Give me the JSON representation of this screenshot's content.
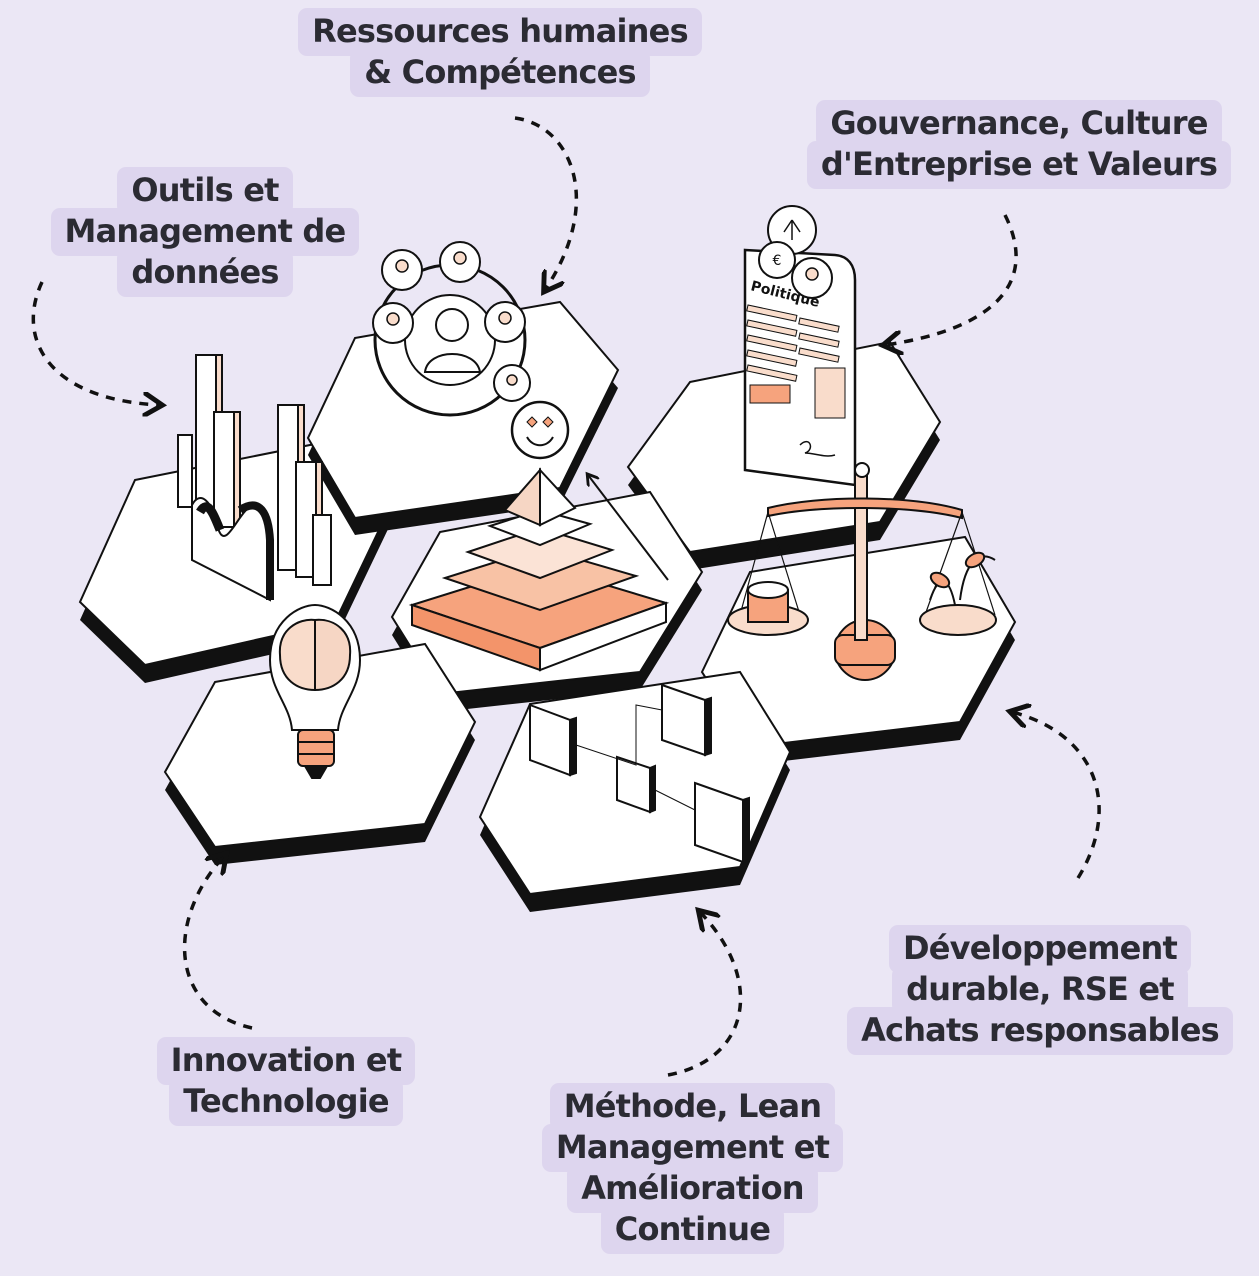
{
  "colors": {
    "background": "#ebe7f5",
    "label_chip": "#ddd5ee",
    "label_text": "#2b2b33",
    "accent_peach": "#f6a37d",
    "accent_light": "#f9dccb"
  },
  "labels": {
    "hr": [
      "Ressources humaines",
      "& Compétences"
    ],
    "governance": [
      "Gouvernance, Culture",
      "d'Entreprise et Valeurs"
    ],
    "tools": [
      "Outils et",
      "Management de",
      "données"
    ],
    "innovation": [
      "Innovation et",
      "Technologie"
    ],
    "method": [
      "Méthode, Lean",
      "Management et",
      "Amélioration",
      "Continue"
    ],
    "sustainability": [
      "Développement",
      "durable, RSE et",
      "Achats responsables"
    ]
  },
  "policy_card": {
    "title": "Politique"
  }
}
